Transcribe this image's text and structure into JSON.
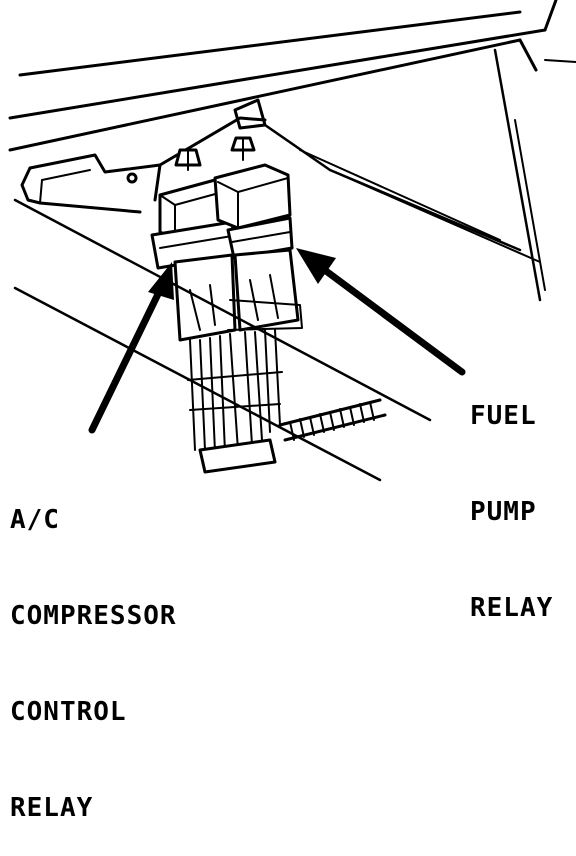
{
  "labels": {
    "ac_relay": [
      "A/C",
      "COMPRESSOR",
      "CONTROL",
      "RELAY"
    ],
    "fuel_relay": [
      "FUEL",
      "PUMP",
      "RELAY"
    ]
  },
  "colors": {
    "ink": "#000000",
    "paper": "#ffffff"
  }
}
